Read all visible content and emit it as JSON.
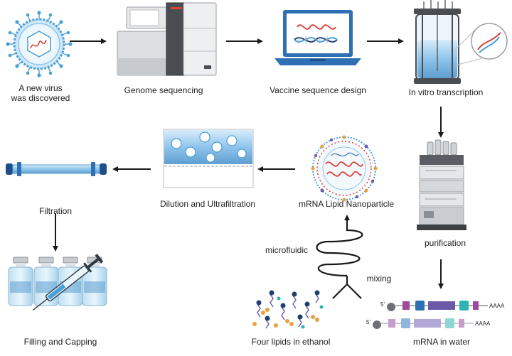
{
  "steps": {
    "virus": "A new virus\nwas discovered",
    "genome": "Genome sequencing",
    "design": "Vaccine sequence  design",
    "transcription": "In vitro transcription",
    "purification": "purification",
    "mrna_water": "mRNA in water",
    "lipids": "Four lipids in ethanol",
    "microfluidic": "microfluidic",
    "mixing": "mixing",
    "lnp": "mRNA Lipid Nanoparticle",
    "dilution": "Dilution and Ultrafiltration",
    "filtration": "Filtration",
    "filling": "Filling and Capping"
  },
  "mrna": {
    "five_prime": "5'",
    "poly_a": "AAAA"
  },
  "colors": {
    "arrow": "#1a1a1a",
    "virus_blue": "#4a9fd8",
    "mrna_red": "#d9453a",
    "dna_blue": "#2f6fb3",
    "liquid_blue": "#8fc4ec",
    "lipid_purple": "#6a5aa8"
  }
}
